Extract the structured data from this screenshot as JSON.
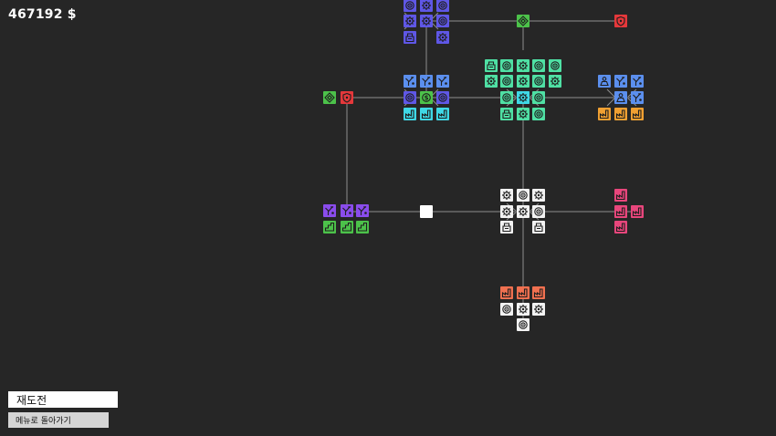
{
  "hud": {
    "money": "467192 $"
  },
  "buttons": {
    "retry": "재도전",
    "menu": "메뉴로 돌아가기"
  },
  "colors": {
    "background": "#262626",
    "line": "#8f8f8f",
    "indigo": "#5f57e6",
    "green": "#4cc24a",
    "red": "#e5383b",
    "mint": "#4fe0a4",
    "blue": "#5b8fee",
    "orange": "#f0a032",
    "cyan": "#3fd8e6",
    "purple": "#8a4cec",
    "white": "#f2f2f2",
    "pink": "#e8467c",
    "coral": "#f07050",
    "icon_dark": "#1e1e1e"
  },
  "icons": [
    "gear-icon",
    "target-icon",
    "shop-icon",
    "factory-icon",
    "tree-icon",
    "dollar-icon",
    "shield-icon",
    "diamond-icon",
    "wrench-icon",
    "person-icon",
    "stairs-icon"
  ]
}
